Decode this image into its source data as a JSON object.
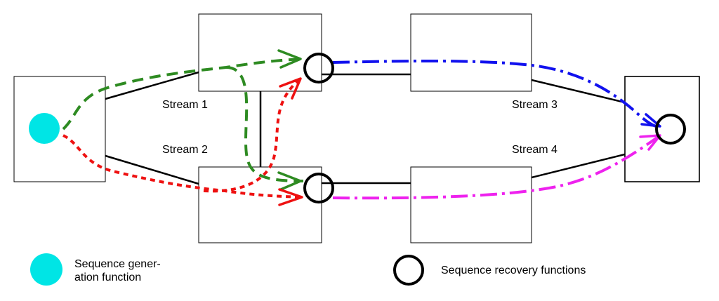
{
  "labels": {
    "stream1": "Stream 1",
    "stream2": "Stream 2",
    "stream3": "Stream 3",
    "stream4": "Stream 4"
  },
  "legend": {
    "generation_line1": "Sequence gener-",
    "generation_line2": "ation function",
    "recovery": "Sequence recovery functions"
  },
  "colors": {
    "generator": "#00E5E5",
    "green_path": "#2E8B22",
    "red_path": "#EE1111",
    "blue_path": "#1111EE",
    "magenta_path": "#EE22EE",
    "destination_border": "#8B4513"
  }
}
